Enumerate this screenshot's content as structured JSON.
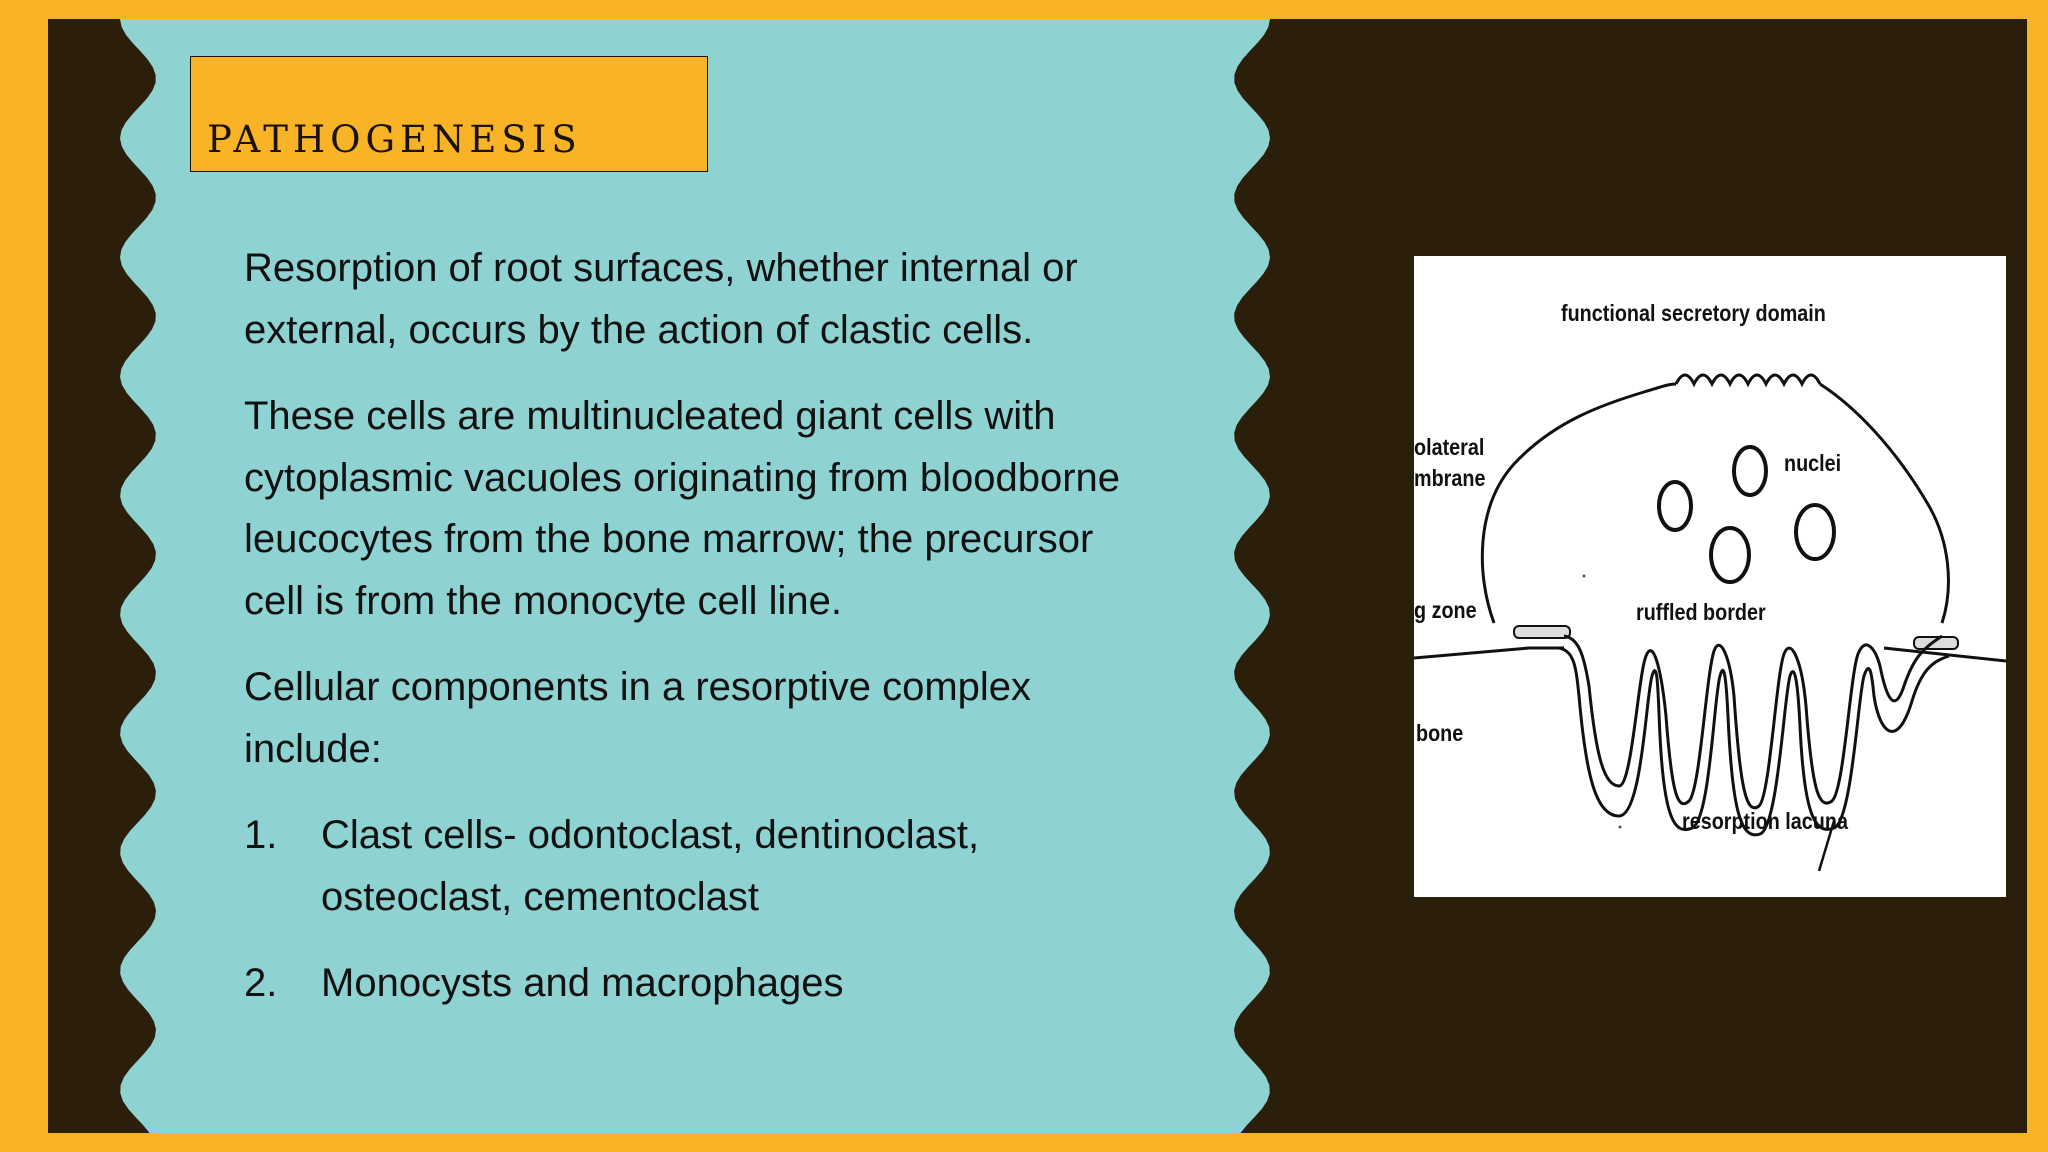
{
  "slide": {
    "title": "PATHOGENESIS",
    "paragraphs": [
      "Resorption of root surfaces, whether internal or external, occurs by the action of clastic cells.",
      "These cells are multinucleated giant cells with cytoplasmic vacuoles originating from bloodborne leucocytes from the bone marrow; the precursor cell is from the monocyte cell line.",
      "Cellular components in a resorptive complex include:"
    ],
    "list": [
      {
        "num": "1.",
        "text": "Clast cells- odontoclast, dentinoclast, osteoclast, cementoclast"
      },
      {
        "num": "2.",
        "text": "Monocysts and macrophages"
      }
    ]
  },
  "figure": {
    "labels": {
      "secretory": "functional secretory domain",
      "basolateral_1": "olateral",
      "basolateral_2": "mbrane",
      "nuclei": "nuclei",
      "sealing": "g zone",
      "ruffled": "ruffled border",
      "bone": "bone",
      "lacuna": "resorption lacuna"
    }
  },
  "colors": {
    "frame": "#f8b326",
    "background": "#2b1e0a",
    "panel": "#8fd2d2",
    "title_box": "#f8b326",
    "text": "#111111"
  }
}
